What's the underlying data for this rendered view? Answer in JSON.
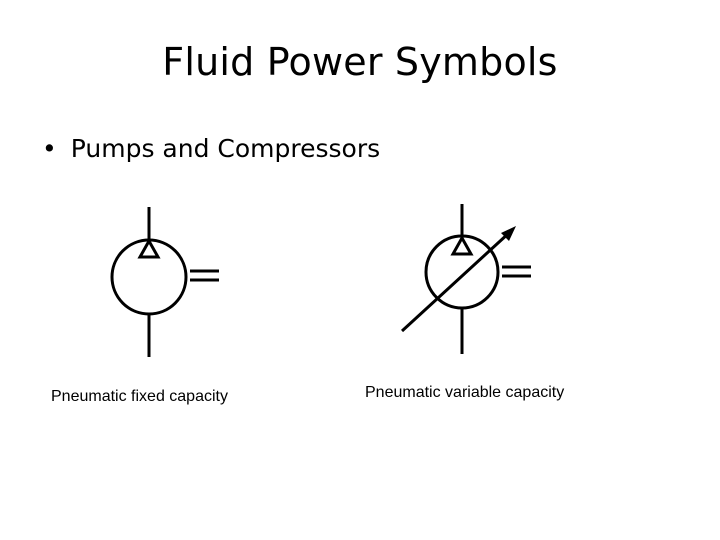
{
  "slide": {
    "title": "Fluid Power Symbols",
    "bullet_marker": "•",
    "bullet": "Pumps and Compressors"
  },
  "symbols": [
    {
      "caption": "Pneumatic fixed capacity",
      "icon": "pneumatic-fixed-pump-icon"
    },
    {
      "caption": "Pneumatic variable capacity",
      "icon": "pneumatic-variable-pump-icon"
    }
  ]
}
